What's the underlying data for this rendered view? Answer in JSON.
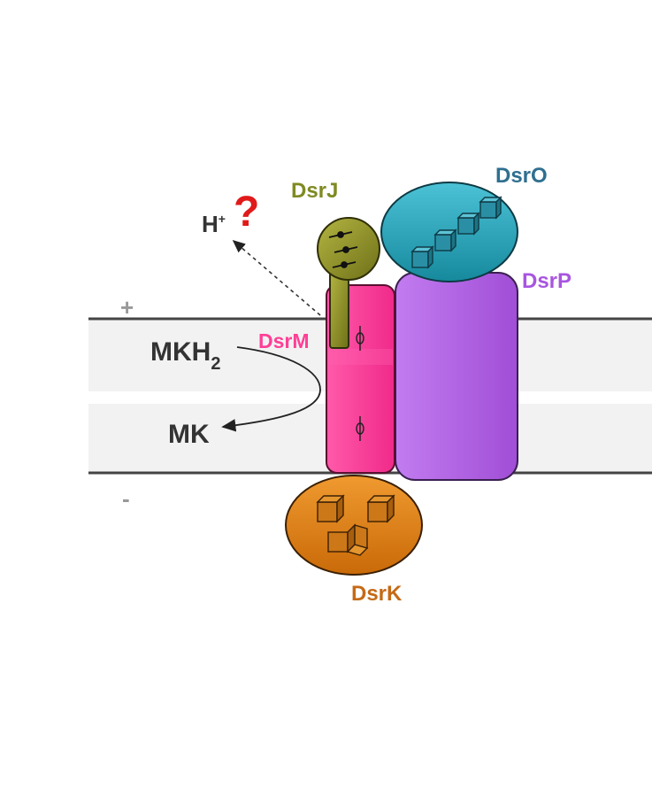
{
  "labels": {
    "dsrj": "DsrJ",
    "dsro": "DsrO",
    "dsrp": "DsrP",
    "dsrm": "DsrM",
    "dsrk": "DsrK",
    "proton": "H",
    "proton_charge": "+",
    "question": "?",
    "mkh2": "MKH",
    "mkh2_sub": "2",
    "mk": "MK",
    "plus_side": "+",
    "minus_side": "-"
  },
  "colors": {
    "dsrj": "#8a8a22",
    "dsro": "#1f9ab0",
    "dsrp": "#b060e0",
    "dsrm": "#ff3399",
    "dsrk": "#dd7a10",
    "question": "#e01a1a",
    "membrane": "#f2f2f2",
    "label_dsrj": "#7f8a22",
    "label_dsro": "#2f6f8f",
    "label_dsrp": "#a855e0",
    "label_dsrm": "#ff3f96",
    "label_dsrk": "#c56a16",
    "text_dark": "#333333",
    "side_sign": "#999999"
  }
}
